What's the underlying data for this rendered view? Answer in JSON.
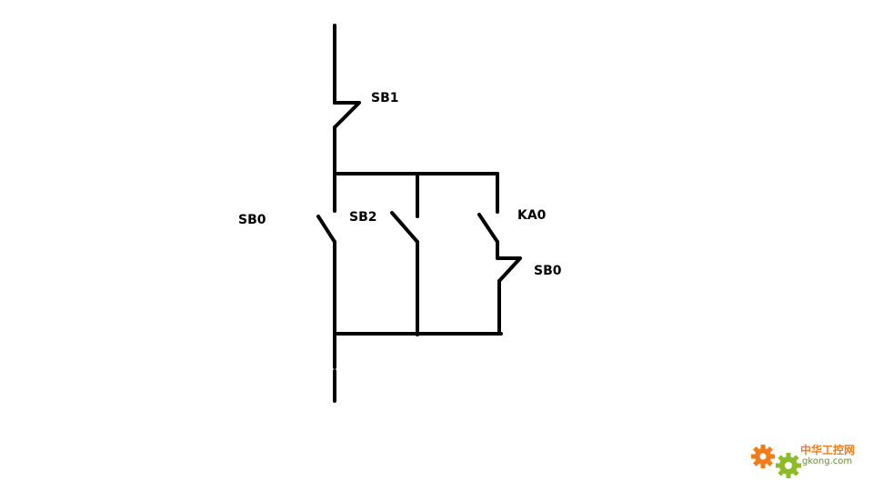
{
  "labels": {
    "sb1": "SB1",
    "sb0_left": "SB0",
    "sb2": "SB2",
    "ka0": "KA0",
    "sb0_right": "SB0"
  },
  "watermark": {
    "text_cn": "中华工控网",
    "text_en": "gkong.com"
  },
  "colors": {
    "wire": "#000000",
    "watermark_orange": "#f07c1a",
    "watermark_green": "#8dbb2a"
  }
}
